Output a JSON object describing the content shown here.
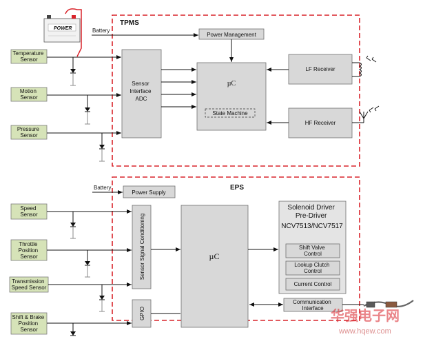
{
  "battery_icon_label": "POWER",
  "tpms": {
    "title": "TPMS",
    "battery_label": "Battery",
    "power_management": "Power Management",
    "sensor_interface": [
      "Sensor",
      "Interface",
      "ADC"
    ],
    "uc": "µC",
    "state_machine": "State Machine",
    "lf_receiver": "LF Receiver",
    "hf_receiver": "HF Receiver",
    "sensors": [
      [
        "Temperature",
        "Sensor"
      ],
      [
        "Motion",
        "Sensor"
      ],
      [
        "Pressure",
        "Sensor"
      ]
    ]
  },
  "eps": {
    "title": "EPS",
    "battery_label": "Battery",
    "power_supply": "Power Supply",
    "signal_conditioning": "Sensor Signal Conditioning",
    "gpio": "GPIO",
    "uc": "µC",
    "solenoid_driver": [
      "Solenoid Driver",
      "Pre-Driver",
      "NCV7513/NCV7517"
    ],
    "shift_valve": [
      "Shift Valve",
      "Control"
    ],
    "lookup_clutch": [
      "Lookup Clutch",
      "Control"
    ],
    "current_control": "Current Control",
    "communication": [
      "Communication",
      "Interface"
    ],
    "sensors": [
      [
        "Speed",
        "Sensor"
      ],
      [
        "Throttle",
        "Position",
        "Sensor"
      ],
      [
        "Transmission",
        "Speed Sensor"
      ],
      [
        "Shift & Brake",
        "Position",
        "Sensor"
      ]
    ]
  },
  "watermark": {
    "cn": "华强电子网",
    "url": "www.hqew.com"
  }
}
